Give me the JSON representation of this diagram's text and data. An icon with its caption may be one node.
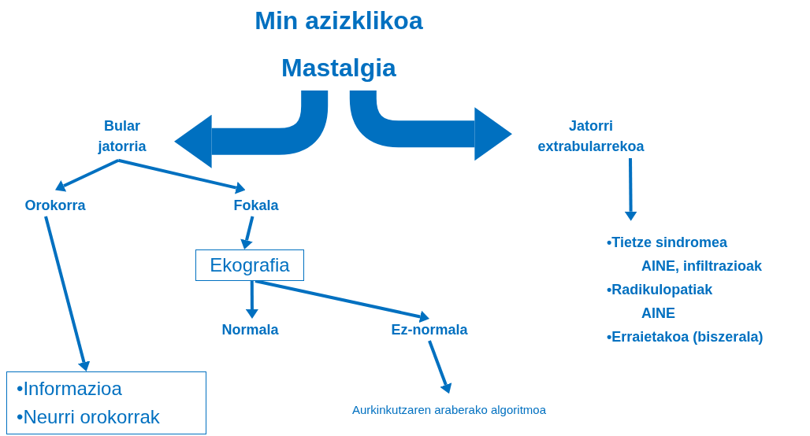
{
  "diagram": {
    "nodes": [
      {
        "text": [
          "Min azizklikoa",
          "Mastalgia"
        ]
      },
      {
        "text": [
          "Bular jatorria"
        ]
      },
      {
        "text": [
          "Jatorri extrabularrekoa"
        ]
      },
      {
        "text": [
          "Orokorra"
        ]
      },
      {
        "text": [
          "Fokala"
        ]
      },
      {
        "text": [
          "Ekografia"
        ]
      },
      {
        "text": [
          "Normala"
        ]
      },
      {
        "text": [
          "Ez-normala"
        ]
      },
      {
        "text": [
          "•Informazioa",
          "•Neurri orokorrak"
        ]
      },
      {
        "text": [
          "Aurkinkutzaren araberako algoritmoa"
        ]
      },
      {
        "text": [
          "•Tietze sindromea",
          "AINE, infiltrazioak",
          "•Radikulopatiak",
          "AINE",
          "•Erraietakoa (biszerala)"
        ]
      }
    ],
    "edges": [
      {
        "from": 0,
        "to": 1,
        "arrow": "to",
        "style": "thick"
      },
      {
        "from": 0,
        "to": 2,
        "arrow": "to",
        "style": "thick"
      },
      {
        "from": 1,
        "to": 3,
        "arrow": "to"
      },
      {
        "from": 1,
        "to": 4,
        "arrow": "to"
      },
      {
        "from": 4,
        "to": 5,
        "arrow": "to"
      },
      {
        "from": 5,
        "to": 6,
        "arrow": "to"
      },
      {
        "from": 5,
        "to": 7,
        "arrow": "to"
      },
      {
        "from": 3,
        "to": 8,
        "arrow": "to"
      },
      {
        "from": 7,
        "to": 9,
        "arrow": "to"
      },
      {
        "from": 2,
        "to": 10,
        "arrow": "to"
      }
    ]
  }
}
